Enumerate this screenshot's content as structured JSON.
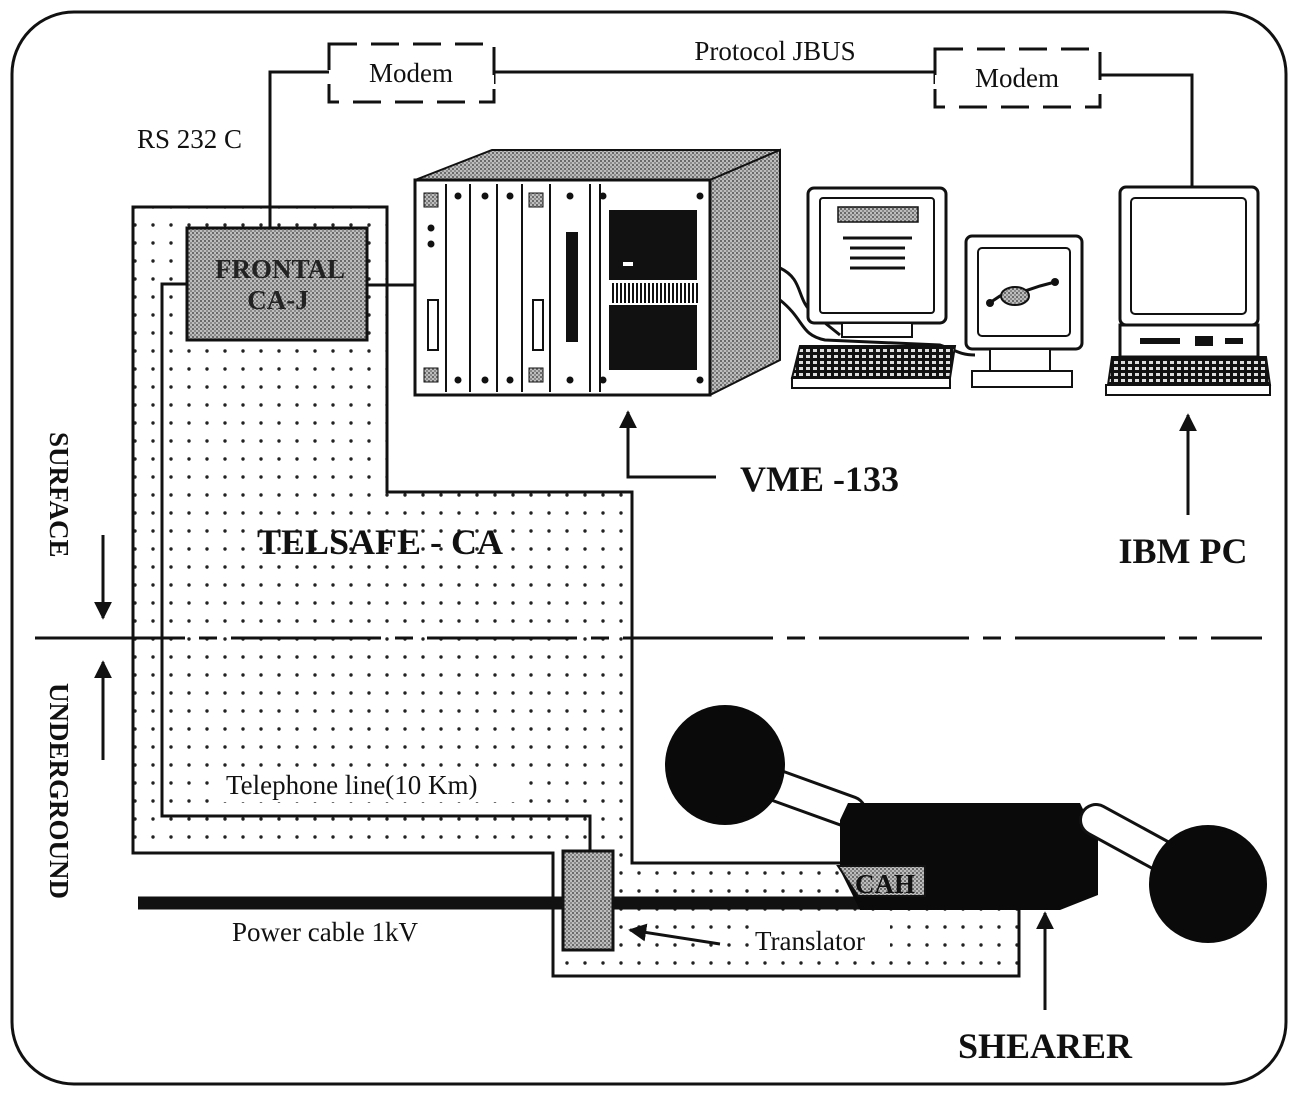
{
  "labels": {
    "modem_left": "Modem",
    "modem_right": "Modem",
    "protocol": "Protocol JBUS",
    "rs232": "RS 232 C",
    "frontal_line1": "FRONTAL",
    "frontal_line2": "CA-J",
    "vme": "VME -133",
    "telsafe": "TELSAFE - CA",
    "ibm_pc": "IBM PC",
    "surface": "SURFACE",
    "underground": "UNDERGROUND",
    "telephone_line": "Telephone line(10 Km)",
    "power_cable": "Power cable 1kV",
    "translator": "Translator",
    "cah": "CAH",
    "shearer": "SHEARER"
  }
}
